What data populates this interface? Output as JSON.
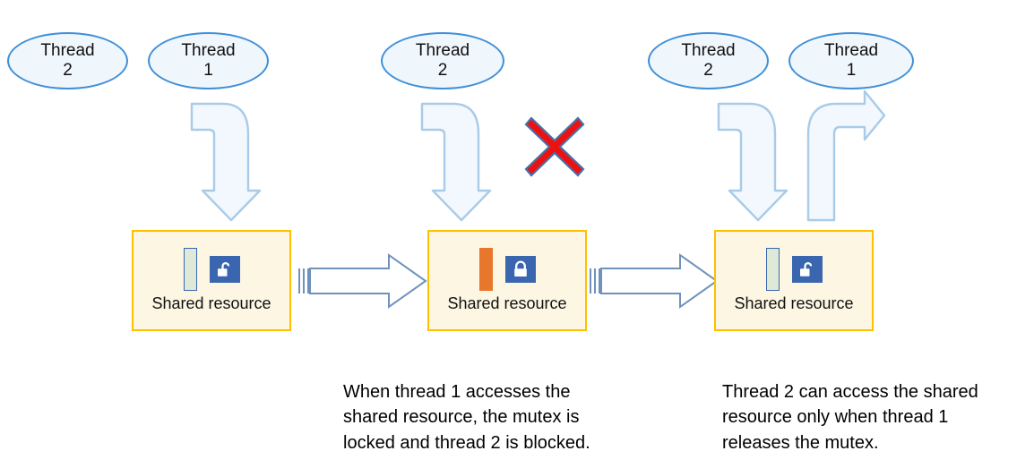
{
  "diagram": {
    "title": "Mutex shared resource access",
    "colors": {
      "thread_border": "#3f8fd8",
      "thread_fill": "#eff6fc",
      "box_border": "#ffc000",
      "box_fill": "#fdf6e3",
      "lock_chip": "#3a66b0",
      "bar_free": "#dfe9d8",
      "bar_busy": "#e8762c",
      "block_arrow_stroke": "#8fb4d9",
      "block_arrow_fill": "#f2f8fd",
      "connector_stroke": "#6f92bd",
      "connector_fill": "#ffffff",
      "x_mark_fill": "#ee1111",
      "x_mark_stroke": "#4472a8"
    },
    "stages": [
      {
        "id": "stage-1",
        "threads": [
          {
            "id": "thread-2",
            "line1": "Thread",
            "line2": "2"
          },
          {
            "id": "thread-1",
            "line1": "Thread",
            "line2": "1"
          }
        ],
        "resource": {
          "label": "Shared resource",
          "state": "unlocked",
          "lock_icon": "unlocked-padlock-icon",
          "bar_state": "free"
        },
        "caption": ""
      },
      {
        "id": "stage-2",
        "threads": [
          {
            "id": "thread-2",
            "line1": "Thread",
            "line2": "2"
          }
        ],
        "resource": {
          "label": "Shared resource",
          "state": "locked",
          "lock_icon": "locked-padlock-icon",
          "bar_state": "busy"
        },
        "blocked_marker": "red-x-icon",
        "caption": "When thread 1 accesses the\nshared resource, the mutex is\nlocked and thread 2 is blocked."
      },
      {
        "id": "stage-3",
        "threads": [
          {
            "id": "thread-2",
            "line1": "Thread",
            "line2": "2"
          },
          {
            "id": "thread-1",
            "line1": "Thread",
            "line2": "1"
          }
        ],
        "resource": {
          "label": "Shared resource",
          "state": "unlocked",
          "lock_icon": "unlocked-padlock-icon",
          "bar_state": "free"
        },
        "caption": "Thread 2 can access the shared\nresource only when thread 1\nreleases the mutex."
      }
    ]
  }
}
